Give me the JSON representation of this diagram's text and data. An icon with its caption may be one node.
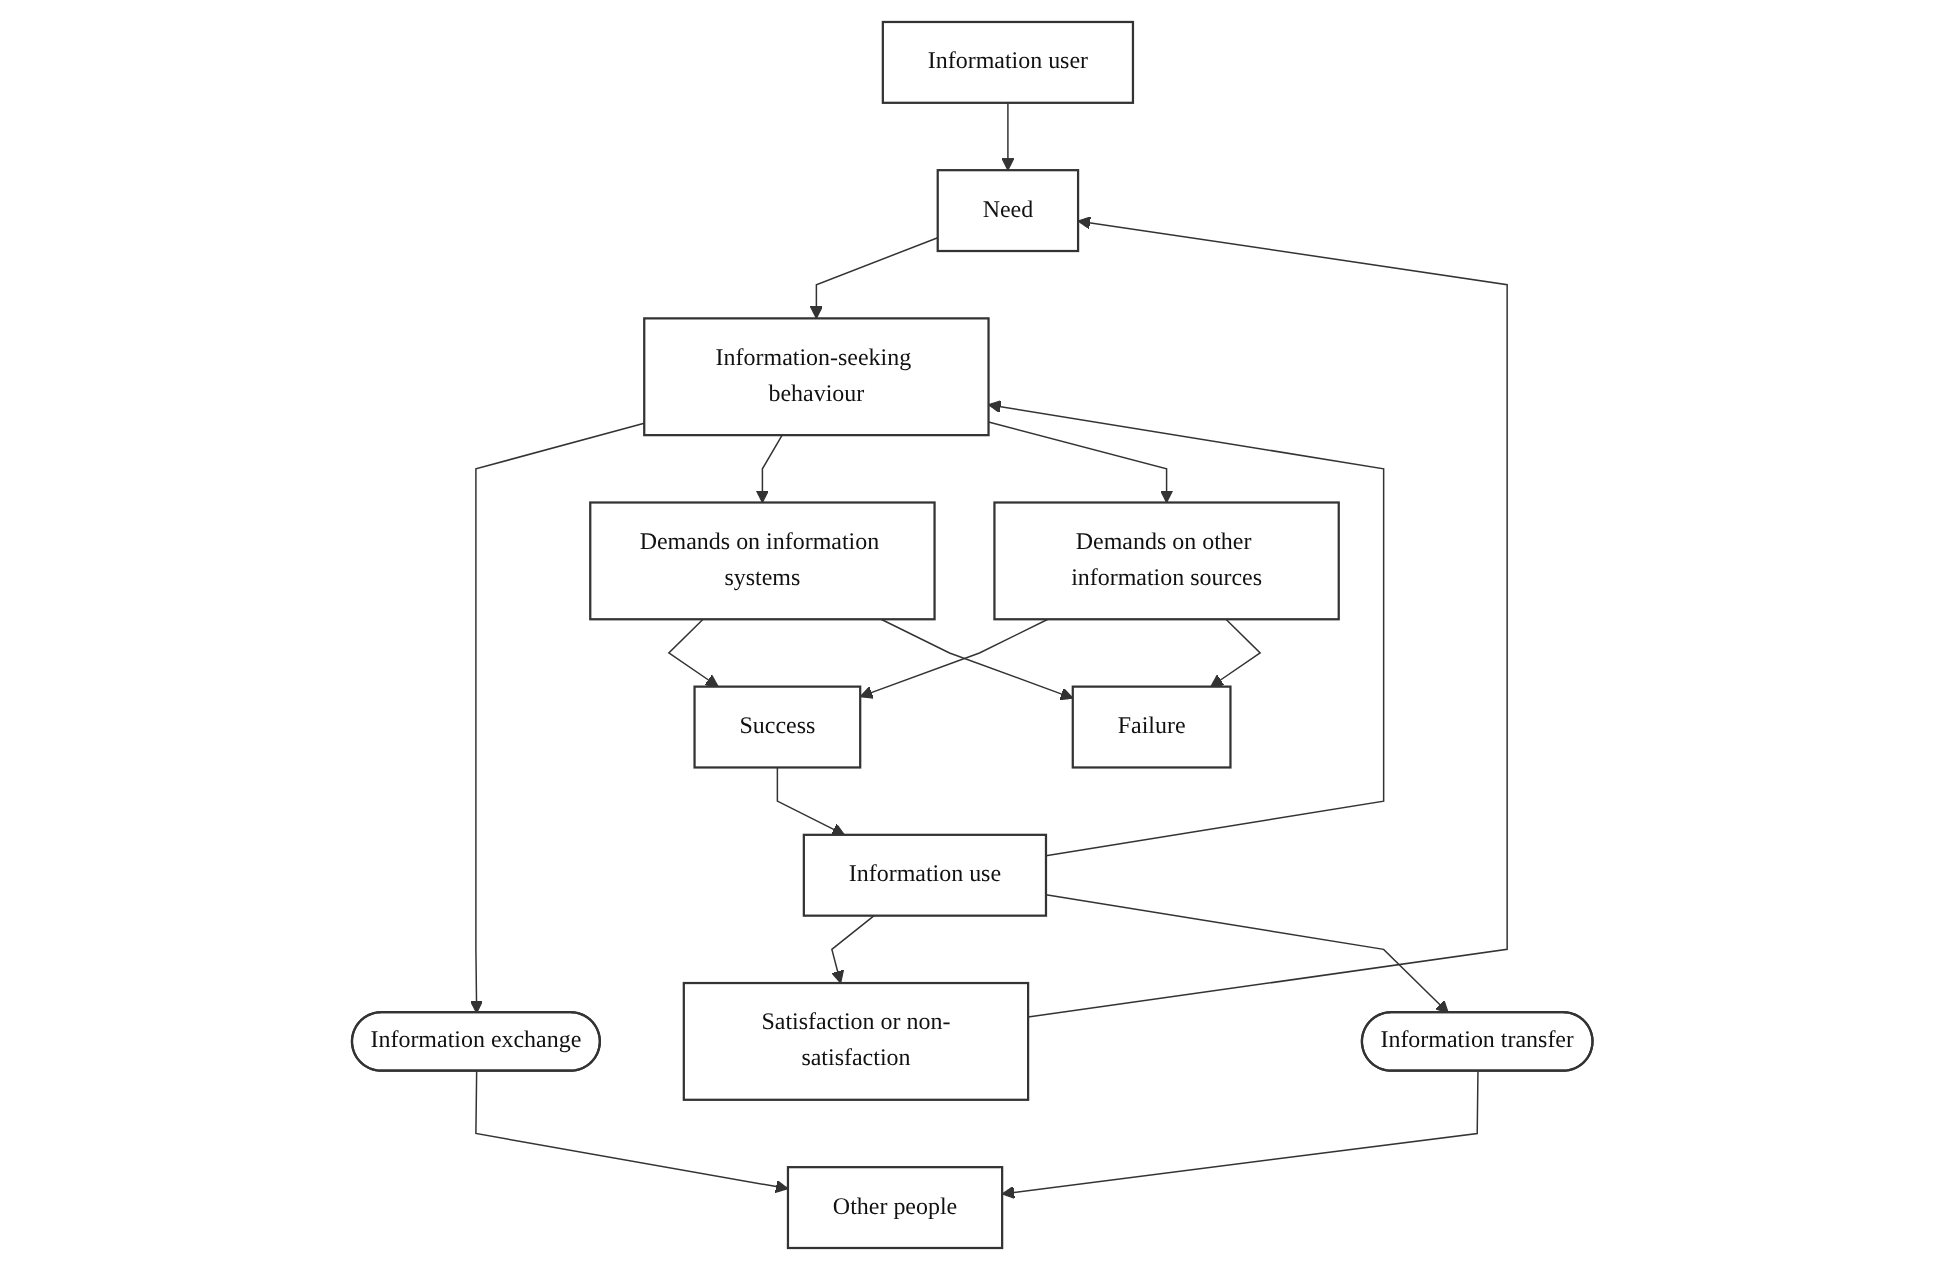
{
  "diagram": {
    "nodes": [
      {
        "text": [
          "Information user"
        ]
      },
      {
        "text": [
          "Need"
        ]
      },
      {
        "text": [
          "Satisfaction or non-satisfaction"
        ]
      },
      {
        "text": [
          "Information use"
        ]
      },
      {
        "text": [
          "Information-seeking behaviour"
        ]
      },
      {
        "text": [
          "Information exchange"
        ]
      },
      {
        "text": [
          "Demands on information systems"
        ]
      },
      {
        "text": [
          "Demands on other information sources"
        ]
      },
      {
        "text": [
          "Success"
        ]
      },
      {
        "text": [
          "Failure"
        ]
      },
      {
        "text": [
          "Other people"
        ]
      },
      {
        "text": [
          "Information transfer"
        ]
      }
    ],
    "edges": [
      {
        "from": 0,
        "to": 1,
        "arrow": "to"
      },
      {
        "from": 2,
        "to": 1,
        "arrow": "to"
      },
      {
        "from": 3,
        "to": 2,
        "arrow": "to"
      },
      {
        "from": 3,
        "to": 4,
        "arrow": "to"
      },
      {
        "from": 1,
        "to": 4,
        "arrow": "to"
      },
      {
        "from": 4,
        "to": 5,
        "arrow": "to"
      },
      {
        "from": 4,
        "to": 6,
        "arrow": "to"
      },
      {
        "from": 4,
        "to": 7,
        "arrow": "to"
      },
      {
        "from": 6,
        "to": 8,
        "arrow": "to"
      },
      {
        "from": 6,
        "to": 9,
        "arrow": "to"
      },
      {
        "from": 7,
        "to": 8,
        "arrow": "to"
      },
      {
        "from": 7,
        "to": 9,
        "arrow": "to"
      },
      {
        "from": 8,
        "to": 3,
        "arrow": "to"
      },
      {
        "from": 3,
        "to": 11,
        "arrow": "to"
      },
      {
        "from": 5,
        "to": 10,
        "arrow": "to"
      },
      {
        "from": 11,
        "to": 10,
        "arrow": "to"
      }
    ]
  }
}
